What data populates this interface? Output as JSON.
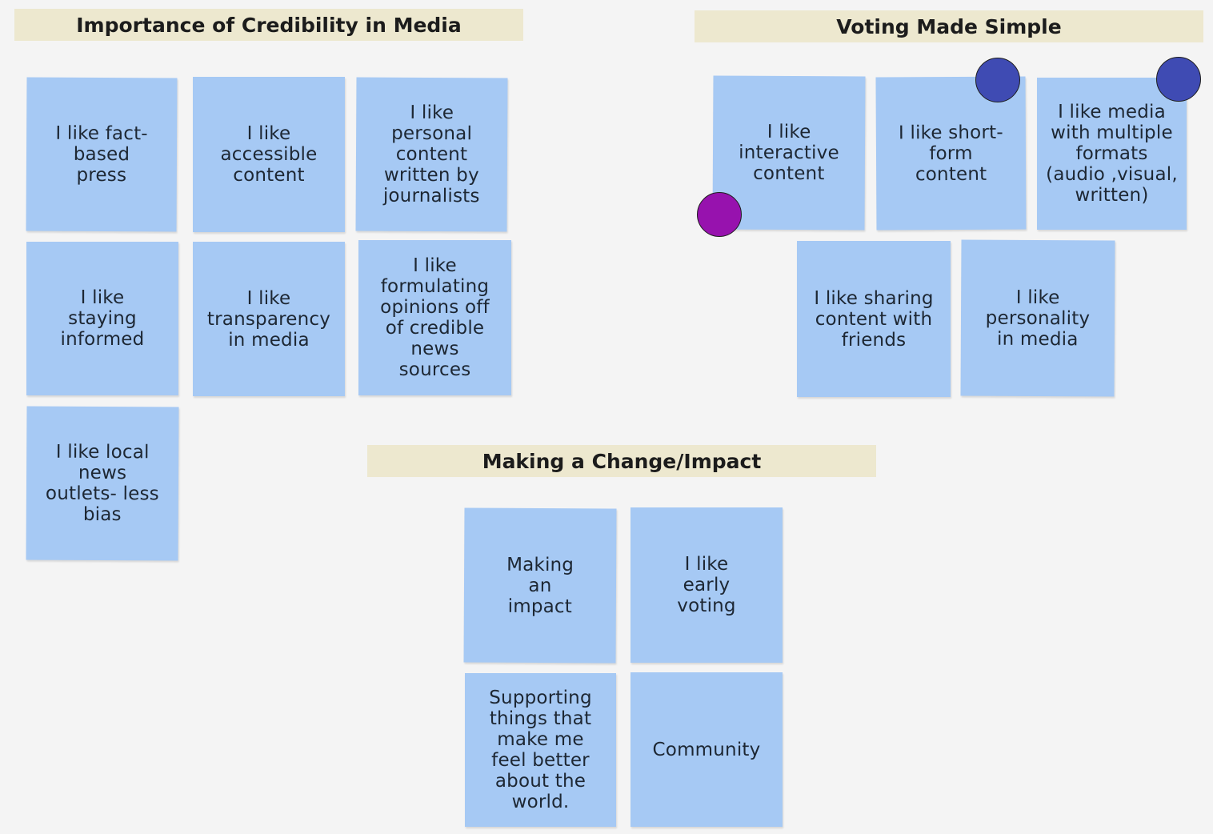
{
  "colors": {
    "background": "#f4f4f4",
    "header_bg": "#ede8cf",
    "note_bg": "#a6c9f4",
    "dot_blue": "#3f4bb3",
    "dot_purple": "#9712ae"
  },
  "sections": {
    "credibility": {
      "title": "Importance of Credibility in Media",
      "notes": [
        "I like fact-\nbased\npress",
        "I like\naccessible\ncontent",
        "I like\npersonal\ncontent\nwritten by\njournalists",
        "I like\nstaying\ninformed",
        "I like\ntransparency\nin  media",
        "I like\nformulating\nopinions off\nof credible\nnews\nsources",
        "I like local\nnews\noutlets- less\nbias"
      ]
    },
    "voting": {
      "title": "Voting Made Simple",
      "notes": [
        "I like\ninteractive\ncontent",
        "I like short-\nform\ncontent",
        "I like media\nwith multiple\nformats\n(audio ,visual,\nwritten)",
        "I like sharing\ncontent with\nfriends",
        "I like\npersonality\nin media"
      ]
    },
    "impact": {
      "title": "Making a Change/Impact",
      "notes": [
        "Making\nan\nimpact",
        "I like\nearly\nvoting",
        "Supporting\nthings that\nmake me\nfeel  better\nabout the\nworld.",
        "Community"
      ]
    }
  }
}
